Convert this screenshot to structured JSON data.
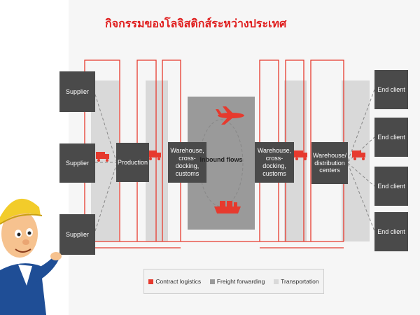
{
  "title": "กิจกรรมของโลจิสติกส์ระหว่างประเทศ",
  "nodes": {
    "supplier_top": "Supplier",
    "supplier_mid": "Supplier",
    "supplier_bottom": "Supplier",
    "production": "Production",
    "warehouse_left": "Warehouse, cross-docking, customs",
    "warehouse_right": "Warehouse, cross-docking, customs",
    "distribution": "Warehouse/ distribution centers",
    "end_client_1": "End client",
    "end_client_2": "End client",
    "end_client_3": "End client",
    "end_client_4": "End client"
  },
  "center_label": "Inbound flows",
  "legend": {
    "contract": "Contract logistics",
    "freight": "Freight forwarding",
    "transport": "Transportation"
  },
  "colors": {
    "accent": "#e63a2e",
    "node": "#4a4a4a",
    "band": "#d9d9d9",
    "hub": "#9a9a9a",
    "title": "#e02020"
  },
  "icons": [
    "truck-icon",
    "airplane-icon",
    "ship-icon",
    "worker-mascot-icon"
  ]
}
